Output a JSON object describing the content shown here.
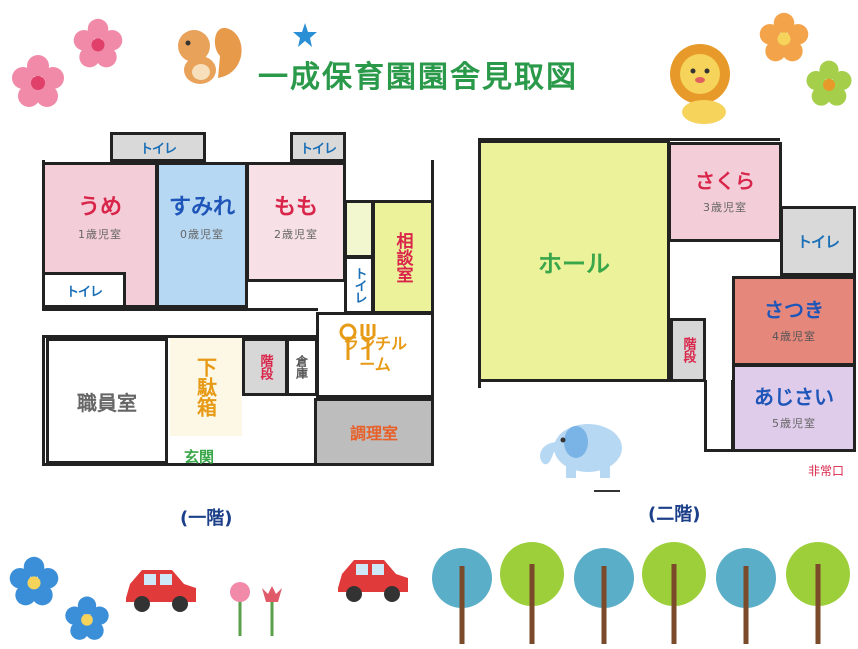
{
  "title": "一成保育園園舎見取図",
  "floor1": {
    "label": "(一階)",
    "rooms": {
      "ume": {
        "name": "うめ",
        "sub": "1歳児室"
      },
      "sumire": {
        "name": "すみれ",
        "sub": "0歳児室"
      },
      "momo": {
        "name": "もも",
        "sub": "2歳児室"
      },
      "toilet": "トイレ",
      "toilet_v": "トイレ",
      "soudan": "相談室",
      "lunch": "ランチルーム",
      "shokuin": "職員室",
      "getabako": "下駄箱",
      "kaidan": "階段",
      "souko": "倉庫",
      "chouri": "調理室",
      "genkan": "玄関"
    }
  },
  "floor2": {
    "label": "(二階)",
    "rooms": {
      "hall": "ホール",
      "sakura": {
        "name": "さくら",
        "sub": "3歳児室"
      },
      "toilet": "トイレ",
      "satsuki": {
        "name": "さつき",
        "sub": "4歳児室"
      },
      "ajisai": {
        "name": "あじさい",
        "sub": "5歳児室"
      },
      "kaidan": "階段",
      "exit": "非常口"
    }
  },
  "colors": {
    "title_green": "#2a9a4a",
    "room_pink": "#f3cdd8",
    "room_blue": "#b7d8f3",
    "room_yellow_green": "#ecf29a",
    "room_salmon": "#e6877c",
    "room_lavender": "#dfcbea",
    "room_gray": "#d7d7d7",
    "label_red": "#d9254a",
    "label_blue": "#1e55b8",
    "label_orange": "#e79a16"
  }
}
